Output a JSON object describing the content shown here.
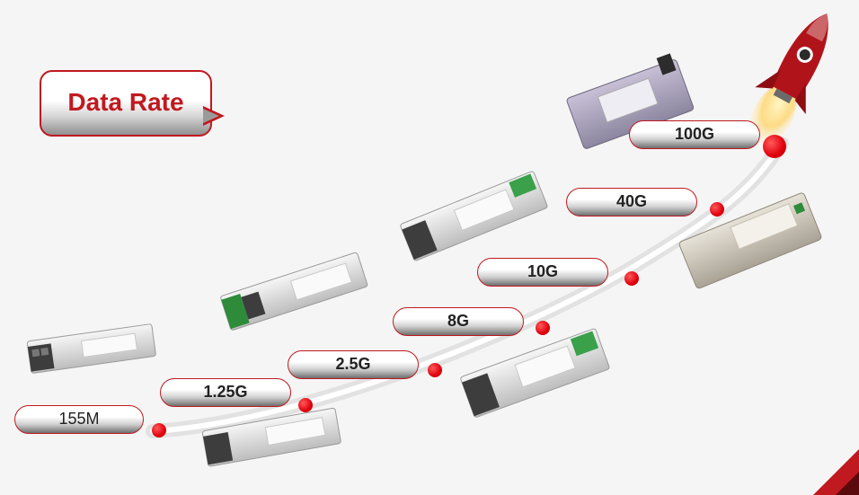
{
  "title": "Data Rate",
  "rates": [
    "155M",
    "1.25G",
    "2.5G",
    "8G",
    "10G",
    "40G",
    "100G"
  ],
  "colors": {
    "accent": "#c0191f",
    "dot": "#e0000d"
  },
  "images": [
    "sfp-155m-module",
    "sfp-1g-module",
    "sfp-2.5g-module",
    "sfp-8g-module",
    "sfp-plus-10g-module",
    "qsfp-40g-module",
    "cfp-100g-module",
    "rocket-icon"
  ]
}
